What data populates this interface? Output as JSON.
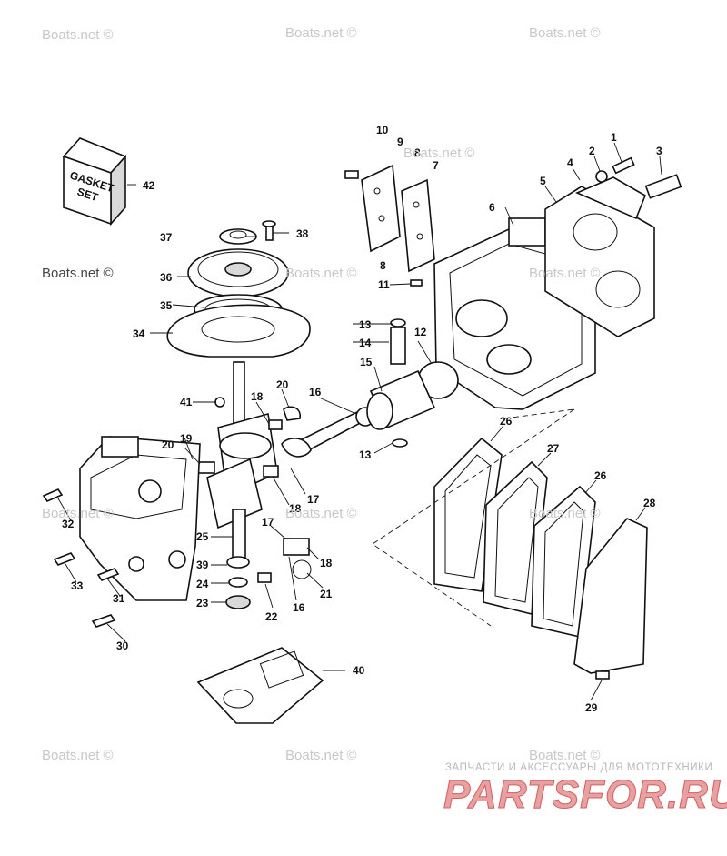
{
  "watermarks": [
    "Boats.net ©",
    "Boats.net ©",
    "Boats.net ©",
    "Boats.net ©",
    "Boats.net ©",
    "Boats.net ©",
    "Boats.net ©",
    "Boats.net ©",
    "Boats.net ©",
    "Boats.net ©",
    "Boats.net ©",
    "Boats.net ©",
    "Boats.net ©"
  ],
  "gasket_set_box": {
    "line1": "GASKET",
    "line2": "SET"
  },
  "callouts": [
    "1",
    "2",
    "3",
    "4",
    "5",
    "6",
    "7",
    "8",
    "8",
    "9",
    "10",
    "11",
    "12",
    "13",
    "13",
    "14",
    "15",
    "16",
    "16",
    "17",
    "17",
    "18",
    "18",
    "18",
    "19",
    "20",
    "20",
    "21",
    "22",
    "23",
    "24",
    "25",
    "26",
    "26",
    "27",
    "28",
    "29",
    "30",
    "31",
    "32",
    "33",
    "34",
    "35",
    "36",
    "37",
    "38",
    "39",
    "40",
    "41",
    "42"
  ],
  "brand": {
    "tagline": "ЗАПЧАСТИ И АКСЕССУАРЫ ДЛЯ МОТОТЕХНИКИ",
    "logo_text": "PARTSFOR.RU",
    "logo_color": "#e8a0a0",
    "logo_outline": "#d06060"
  }
}
